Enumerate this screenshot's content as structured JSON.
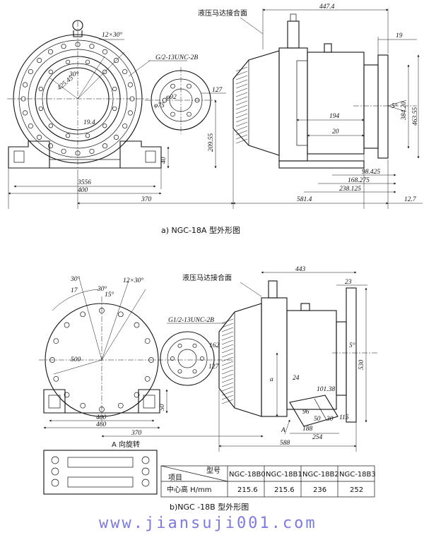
{
  "figure_a": {
    "caption": "a)  NGC-18A 型外形图",
    "hydraulic_label": "液压马达接合面",
    "thread_label": "G/2-13UNC-2B",
    "bolt_label": "12×30°",
    "dims": {
      "overall_len": "447.4",
      "flange_th": "19",
      "d127": "127",
      "d209": "209.55",
      "d40": "40",
      "d3556": "3556",
      "d400": "400",
      "d370": "370",
      "d30": "30°",
      "r425": "425.45",
      "d194": "19.4",
      "d92": "φ92",
      "d75": "φ75",
      "d384": "384.20",
      "d463": "463.55",
      "ang5": "5°",
      "d194b": "194",
      "d20": "20",
      "d98": "98.425",
      "d168": "168.275",
      "d238": "238.125",
      "d581": "581.4",
      "d127b": "12.7"
    }
  },
  "figure_b": {
    "caption": "b)NGC -18B 型外形图",
    "hydraulic_label": "液压马达接合面",
    "thread_label": "G1/2-13UNC-2B",
    "bolt_label": "12×30°",
    "a_view": "A 向旋转",
    "dims": {
      "d443": "443",
      "d23": "23",
      "d30a": "30°",
      "d30b": "30°",
      "d17": "17",
      "d15": "15°",
      "d500": "500",
      "d162": "162",
      "d127": "127",
      "d50": "50",
      "d400": "400",
      "d460": "460",
      "d370": "370",
      "ang5": "5°",
      "d530": "530",
      "da": "a",
      "d24": "24",
      "d101": "101.38",
      "d96": "96",
      "d50b": "50",
      "d30c": "30",
      "d115": "115",
      "d188": "188",
      "d254": "254",
      "d588": "588",
      "arrowA": "A"
    }
  },
  "table": {
    "model_header": "型号",
    "item_header": "项目",
    "row_label": "中心高 H/mm",
    "columns": [
      "NGC-18B0",
      "NGC-18B1",
      "NGC-18B2",
      "NGC-18B3"
    ],
    "values": [
      "215.6",
      "215.6",
      "236",
      "252"
    ]
  },
  "watermark": "www.jiansuji001.com"
}
